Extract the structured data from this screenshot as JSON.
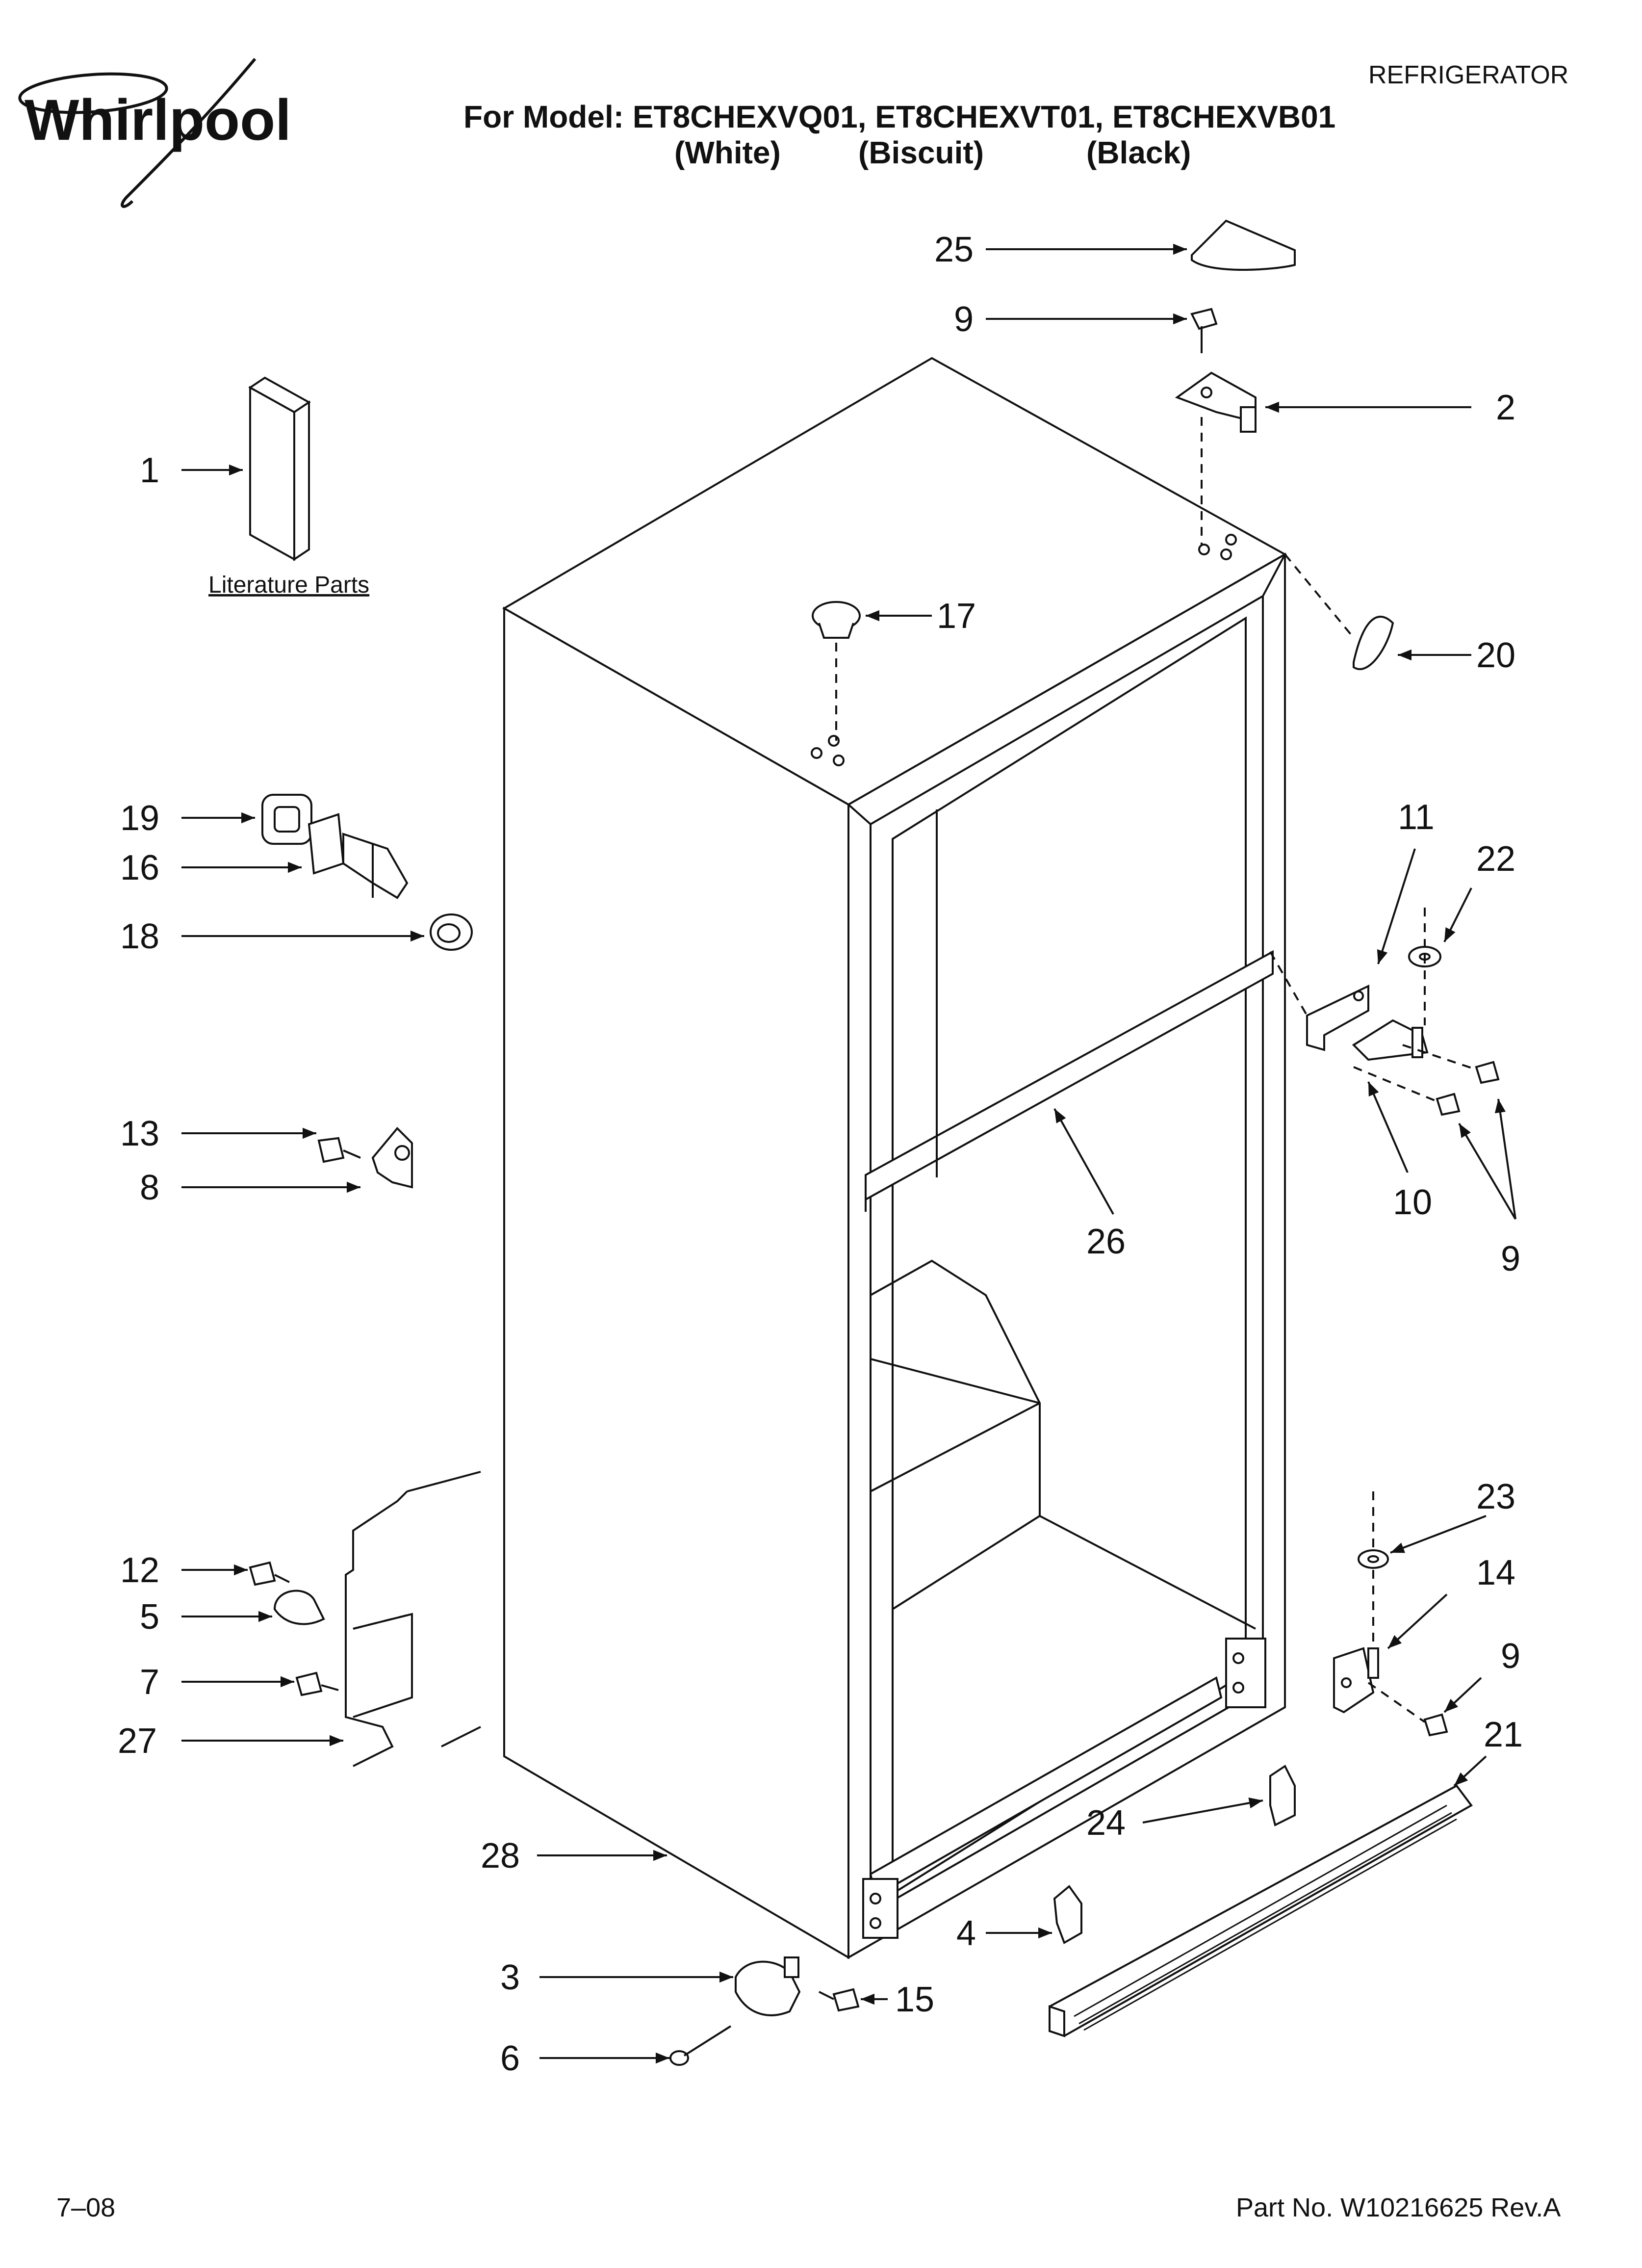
{
  "header": {
    "brand": "Whirlpool",
    "category": "REFRIGERATOR",
    "model_line": "For Model: ET8CHEXVQ01, ET8CHEXVT01, ET8CHEXVB01",
    "color_white": "(White)",
    "color_biscuit": "(Biscuit)",
    "color_black": "(Black)"
  },
  "literature_label": "Literature Parts",
  "callouts": {
    "c1": "1",
    "c2": "2",
    "c3": "3",
    "c4": "4",
    "c5": "5",
    "c6": "6",
    "c7": "7",
    "c8": "8",
    "c9a": "9",
    "c9b": "9",
    "c9c": "9",
    "c10": "10",
    "c11": "11",
    "c12": "12",
    "c13": "13",
    "c14": "14",
    "c15": "15",
    "c16": "16",
    "c17": "17",
    "c18": "18",
    "c19": "19",
    "c20": "20",
    "c21": "21",
    "c22": "22",
    "c23": "23",
    "c24": "24",
    "c25": "25",
    "c26": "26",
    "c27": "27",
    "c28": "28"
  },
  "footer": {
    "date": "7–08",
    "part_no": "Part No. W10216625 Rev.A"
  }
}
